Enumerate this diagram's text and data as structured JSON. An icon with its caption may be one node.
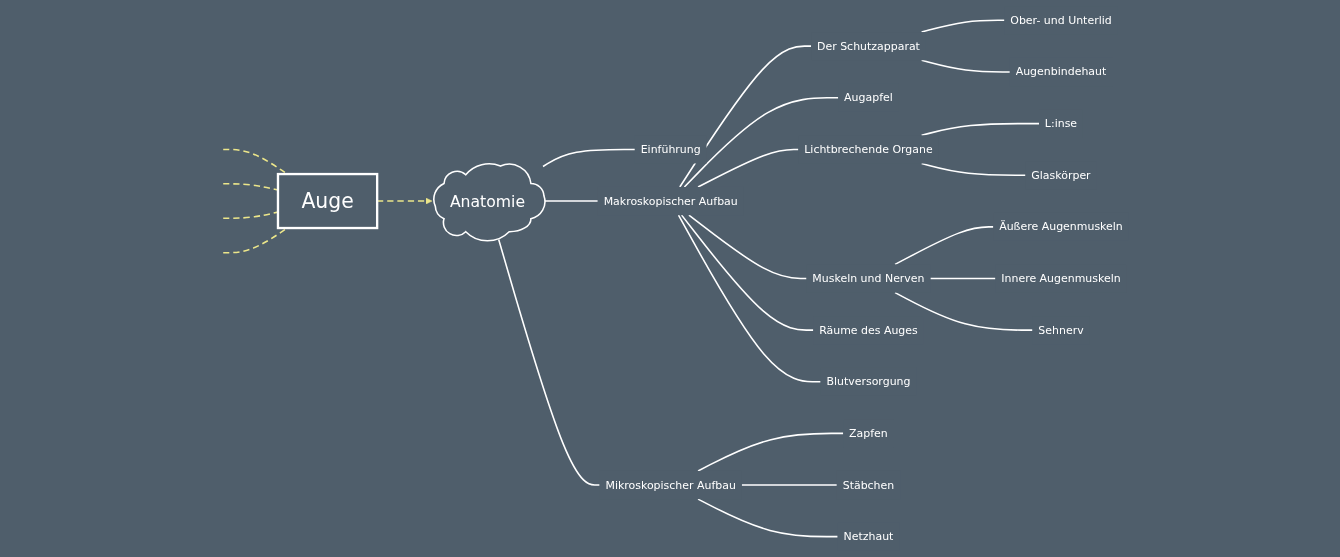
{
  "diagram": {
    "nodes": [
      {
        "text": [
          "Auge"
        ]
      },
      {
        "text": [
          "Anatomie"
        ]
      },
      {
        "text": [
          "Einführung"
        ]
      },
      {
        "text": [
          "Makroskopischer Aufbau"
        ]
      },
      {
        "text": [
          "Der Schutzapparat"
        ]
      },
      {
        "text": [
          "Ober- und Unterlid"
        ]
      },
      {
        "text": [
          "Augenbindehaut"
        ]
      },
      {
        "text": [
          "Augapfel"
        ]
      },
      {
        "text": [
          "Lichtbrechende Organe"
        ]
      },
      {
        "text": [
          "L:inse"
        ]
      },
      {
        "text": [
          "Glaskörper"
        ]
      },
      {
        "text": [
          "Muskeln und Nerven"
        ]
      },
      {
        "text": [
          "Äußere Augenmuskeln"
        ]
      },
      {
        "text": [
          "Innere Augenmuskeln"
        ]
      },
      {
        "text": [
          "Sehnerv"
        ]
      },
      {
        "text": [
          "Räume des Auges"
        ]
      },
      {
        "text": [
          "Blutversorgung"
        ]
      },
      {
        "text": [
          "Mikroskopischer Aufbau"
        ]
      },
      {
        "text": [
          "Zapfen"
        ]
      },
      {
        "text": [
          "Stäbchen"
        ]
      },
      {
        "text": [
          "Netzhaut"
        ]
      }
    ],
    "edges": [
      {
        "from": 0,
        "to": null,
        "arrow": "none",
        "style": "dashed",
        "color": "#ece68a"
      },
      {
        "from": 0,
        "to": null,
        "arrow": "none",
        "style": "dashed",
        "color": "#ece68a"
      },
      {
        "from": 0,
        "to": null,
        "arrow": "none",
        "style": "dashed",
        "color": "#ece68a"
      },
      {
        "from": 0,
        "to": null,
        "arrow": "none",
        "style": "dashed",
        "color": "#ece68a"
      },
      {
        "from": 0,
        "to": 1,
        "arrow": "to",
        "style": "dashed",
        "color": "#ece68a"
      },
      {
        "from": 1,
        "to": 2,
        "arrow": "none"
      },
      {
        "from": 1,
        "to": 3,
        "arrow": "none"
      },
      {
        "from": 3,
        "to": 4,
        "arrow": "none"
      },
      {
        "from": 4,
        "to": 5,
        "arrow": "none"
      },
      {
        "from": 4,
        "to": 6,
        "arrow": "none"
      },
      {
        "from": 3,
        "to": 7,
        "arrow": "none"
      },
      {
        "from": 3,
        "to": 8,
        "arrow": "none"
      },
      {
        "from": 8,
        "to": 9,
        "arrow": "none"
      },
      {
        "from": 8,
        "to": 10,
        "arrow": "none"
      },
      {
        "from": 3,
        "to": 11,
        "arrow": "none"
      },
      {
        "from": 11,
        "to": 12,
        "arrow": "none"
      },
      {
        "from": 11,
        "to": 13,
        "arrow": "none"
      },
      {
        "from": 11,
        "to": 14,
        "arrow": "none"
      },
      {
        "from": 3,
        "to": 15,
        "arrow": "none"
      },
      {
        "from": 3,
        "to": 16,
        "arrow": "none"
      },
      {
        "from": 1,
        "to": 17,
        "arrow": "none"
      },
      {
        "from": 17,
        "to": 18,
        "arrow": "none"
      },
      {
        "from": 17,
        "to": 19,
        "arrow": "none"
      },
      {
        "from": 17,
        "to": 20,
        "arrow": "none"
      }
    ]
  }
}
